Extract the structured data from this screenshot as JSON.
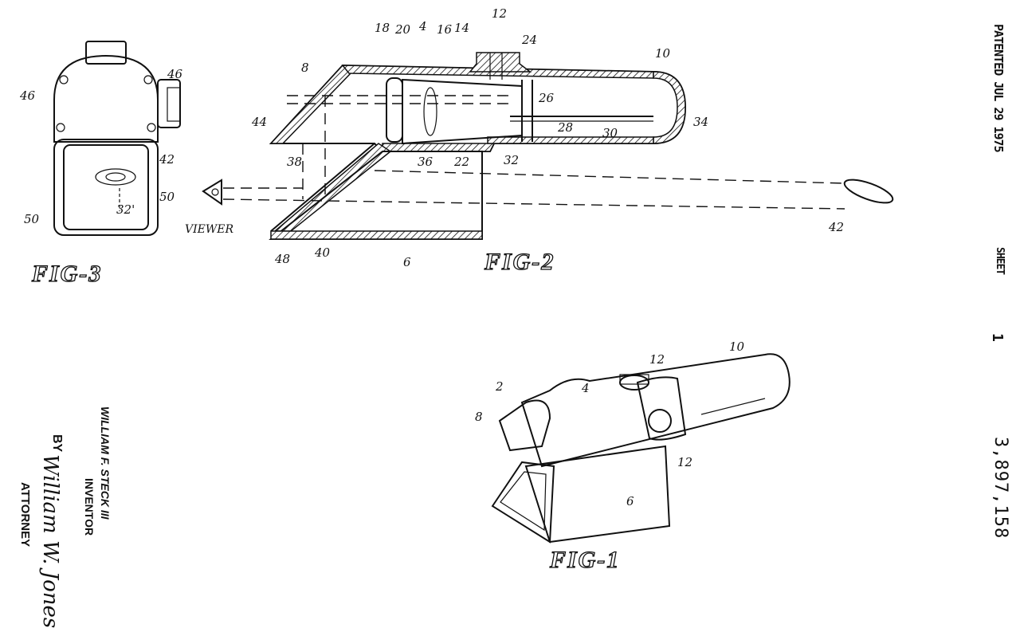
{
  "header": {
    "patented": "PATENTED JUL 29 1975",
    "sheet_label": "SHEET",
    "sheet_number": "1",
    "patent_number": "3,897,158"
  },
  "inventor": {
    "name": "WILLIAM F. STECK III",
    "role_label": "INVENTOR",
    "by_label": "BY",
    "signature": "William W. Jones",
    "attorney_label": "ATTORNEY"
  },
  "figures": {
    "fig1": {
      "caption": "FIG-1",
      "labels": [
        "2",
        "4",
        "12",
        "10",
        "8",
        "12",
        "6"
      ]
    },
    "fig2": {
      "caption": "FIG-2",
      "labels": [
        "18",
        "20",
        "4",
        "16",
        "14",
        "12",
        "24",
        "10",
        "8",
        "44",
        "26",
        "28",
        "30",
        "34",
        "38",
        "36",
        "22",
        "32",
        "42",
        "VIEWER",
        "48",
        "40",
        "6"
      ]
    },
    "fig3": {
      "caption": "FIG-3",
      "labels": [
        "46",
        "46",
        "42",
        "32'",
        "50",
        "50"
      ]
    }
  }
}
